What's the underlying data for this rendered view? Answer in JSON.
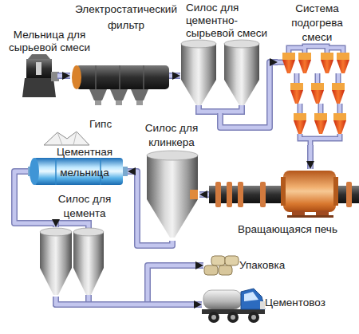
{
  "diagram": {
    "nodes": [
      {
        "text": [
          "Мельница для сырьевой смеси"
        ]
      },
      {
        "text": [
          "Электростатический фильтр"
        ]
      },
      {
        "text": [
          "Силос для цементно- сырьевой смеси"
        ]
      },
      {
        "text": [
          "Система подогрева смеси"
        ]
      },
      {
        "text": [
          "Гипс"
        ]
      },
      {
        "text": [
          "Цементная мельница"
        ]
      },
      {
        "text": [
          "Силос для клинкера"
        ]
      },
      {
        "text": [
          "Вращающаяся печь"
        ]
      },
      {
        "text": [
          "Силос для цемента"
        ]
      },
      {
        "text": [
          "Упаковка"
        ]
      },
      {
        "text": [
          "Цементовоз"
        ]
      }
    ],
    "edges": [
      {
        "from": 0,
        "to": 1,
        "arrow": "to"
      },
      {
        "from": 1,
        "to": 2,
        "arrow": "to"
      },
      {
        "from": 2,
        "to": 3,
        "arrow": "to"
      },
      {
        "from": 3,
        "to": 7,
        "arrow": "to"
      },
      {
        "from": 7,
        "to": 6,
        "arrow": "to"
      },
      {
        "from": 6,
        "to": 5,
        "arrow": "to"
      },
      {
        "from": 5,
        "to": 8,
        "arrow": "to"
      },
      {
        "from": 8,
        "to": 9,
        "arrow": "to"
      },
      {
        "from": 8,
        "to": 10,
        "arrow": "to"
      }
    ]
  }
}
